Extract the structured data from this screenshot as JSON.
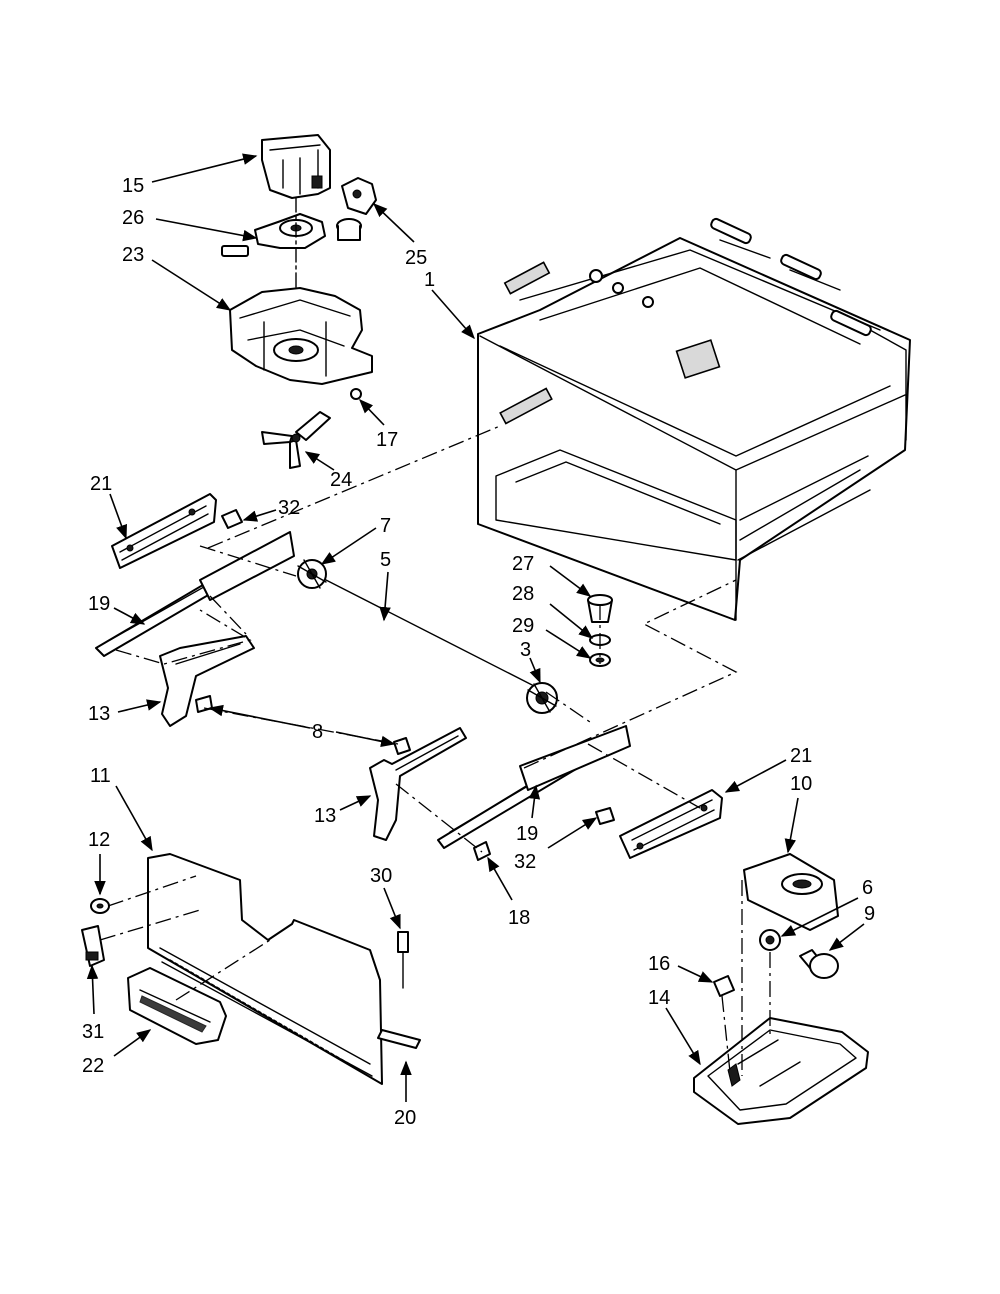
{
  "callouts": [
    {
      "id": "c15a",
      "label": "15"
    },
    {
      "id": "c26",
      "label": "26"
    },
    {
      "id": "c23",
      "label": "23"
    },
    {
      "id": "c25",
      "label": "25"
    },
    {
      "id": "c1",
      "label": "1"
    },
    {
      "id": "c17",
      "label": "17"
    },
    {
      "id": "c24",
      "label": "24"
    },
    {
      "id": "c21a",
      "label": "21"
    },
    {
      "id": "c32a",
      "label": "32"
    },
    {
      "id": "c7",
      "label": "7"
    },
    {
      "id": "c5",
      "label": "5"
    },
    {
      "id": "c27",
      "label": "27"
    },
    {
      "id": "c28",
      "label": "28"
    },
    {
      "id": "c29",
      "label": "29"
    },
    {
      "id": "c19a",
      "label": "19"
    },
    {
      "id": "c3",
      "label": "3"
    },
    {
      "id": "c13a",
      "label": "13"
    },
    {
      "id": "c8",
      "label": "8"
    },
    {
      "id": "c21b",
      "label": "21"
    },
    {
      "id": "c11",
      "label": "11"
    },
    {
      "id": "c10",
      "label": "10"
    },
    {
      "id": "c13b",
      "label": "13"
    },
    {
      "id": "c19b",
      "label": "19"
    },
    {
      "id": "c12",
      "label": "12"
    },
    {
      "id": "c32b",
      "label": "32"
    },
    {
      "id": "c30",
      "label": "30"
    },
    {
      "id": "c18",
      "label": "18"
    },
    {
      "id": "c6",
      "label": "6"
    },
    {
      "id": "c9",
      "label": "9"
    },
    {
      "id": "c16",
      "label": "16"
    },
    {
      "id": "c14",
      "label": "14"
    },
    {
      "id": "c31",
      "label": "31"
    },
    {
      "id": "c22",
      "label": "22"
    },
    {
      "id": "c20",
      "label": "20"
    }
  ]
}
